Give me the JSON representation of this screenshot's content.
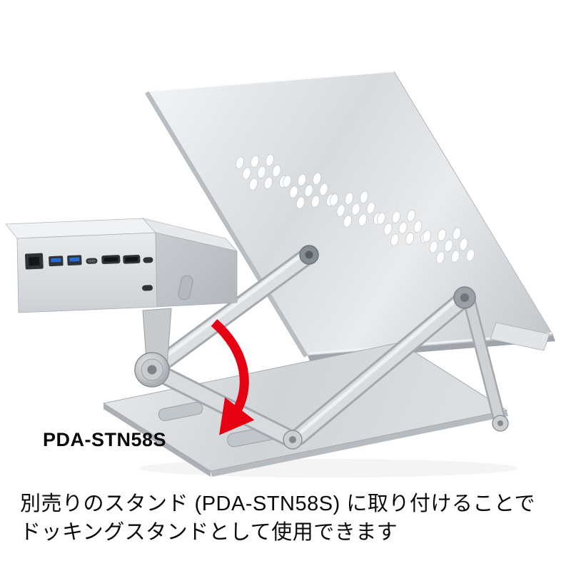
{
  "colors": {
    "background": "#ffffff",
    "text": "#0a0a0a",
    "accent_red": "#e50012",
    "aluminum_light": "#eef0f2",
    "aluminum_mid": "#d6dadd",
    "aluminum_dark": "#aab0b5"
  },
  "illustration": {
    "model_label": "PDA-STN58S",
    "ports": [
      "LAN",
      "USB-A",
      "USB-A",
      "USB-C",
      "HDMI",
      "HDMI",
      "USB-C",
      "USB-C"
    ]
  },
  "caption": {
    "line1": "別売りのスタンド (PDA-STN58S) に取り付けることで",
    "line2": "ドッキングスタンドとして使用できます"
  }
}
